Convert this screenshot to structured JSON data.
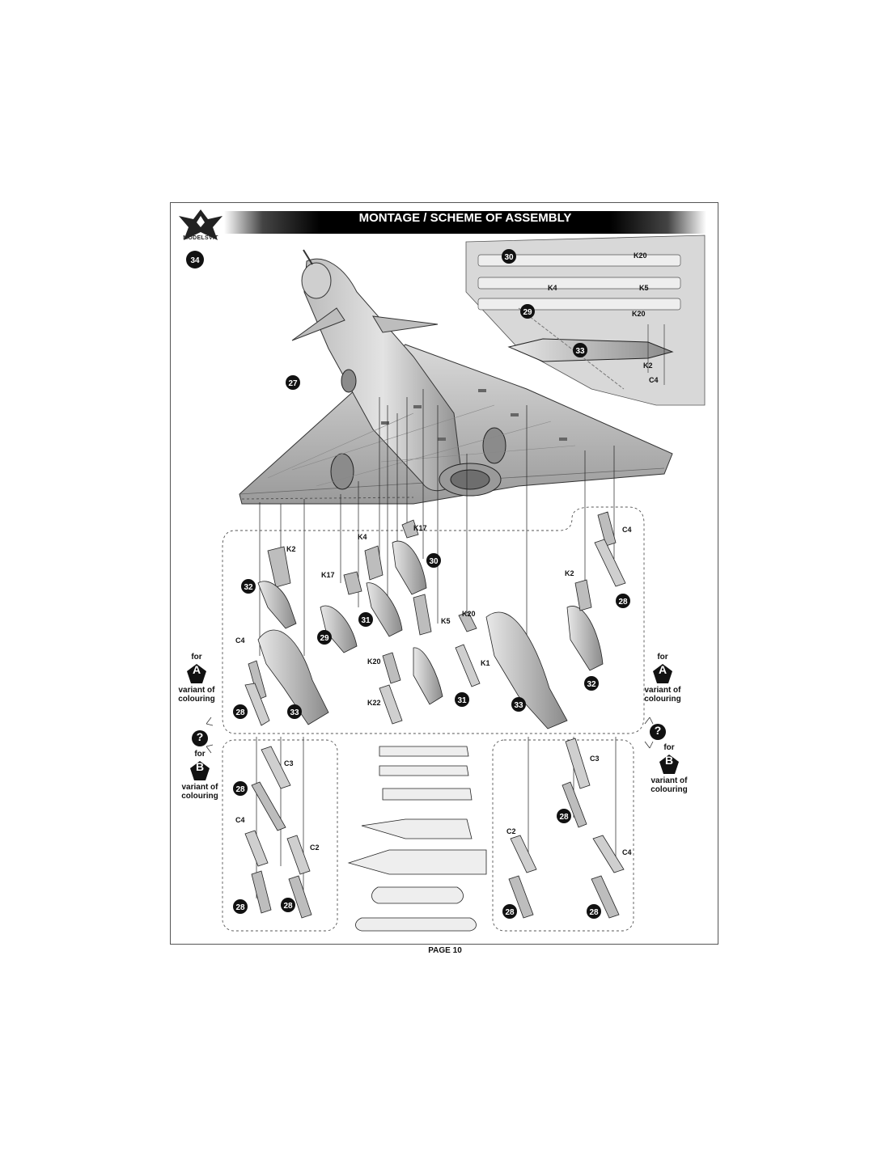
{
  "header": {
    "brand": "MODELSVIT",
    "title": "MONTAGE / SCHEME OF ASSEMBLY"
  },
  "step": "34",
  "callouts": {
    "c27": "27",
    "c28": "28",
    "c29": "29",
    "c30": "30",
    "c31": "31",
    "c32": "32",
    "c33": "33"
  },
  "parts": {
    "k1": "K1",
    "k2": "K2",
    "k4": "K4",
    "k5": "K5",
    "k17": "K17",
    "k20": "K20",
    "k22": "K22",
    "c2": "C2",
    "c3": "C3",
    "c4": "C4"
  },
  "variants": {
    "for": "for",
    "a_letter": "A",
    "b_letter": "B",
    "line1": "variant of",
    "line2": "colouring",
    "question": "?"
  },
  "footer": {
    "page": "PAGE 10"
  }
}
